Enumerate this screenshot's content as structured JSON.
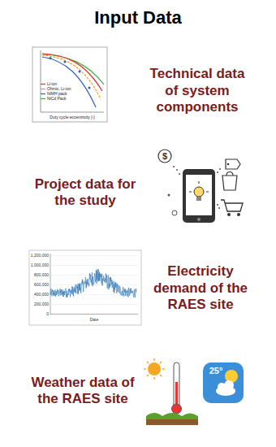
{
  "diagram": {
    "title": "Input Data",
    "nodes": [
      {
        "text": [
          "Technical data of system components"
        ]
      },
      {
        "text": [
          "Project data for the study"
        ]
      },
      {
        "text": [
          "Electricity demand of the RAES site"
        ]
      },
      {
        "text": [
          "Weather data of the RAES site"
        ]
      }
    ],
    "labels": [
      "Li-ion",
      "Ohmic, Li-ion",
      "NiMH pack",
      "NiCd Pack",
      "Duty cycle eccentricity [-]",
      "1,200,000",
      "1,000,000",
      "800,000",
      "600,000",
      "400,000",
      "200,000",
      "0",
      "Date",
      "$",
      "25°"
    ]
  }
}
